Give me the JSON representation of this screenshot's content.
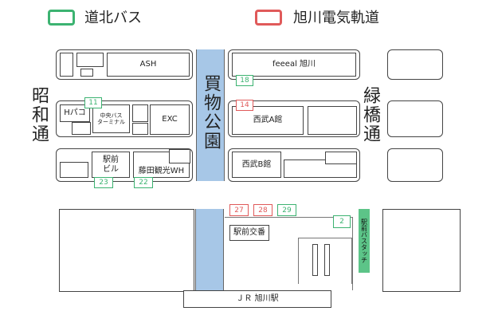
{
  "colors": {
    "dohoku": "#3cb371",
    "asahikawa_tram": "#e05a5a",
    "road": "#a7c7e7",
    "bus_touch": "#5cc488"
  },
  "legend": {
    "dohoku_label": "道北バス",
    "tram_label": "旭川電気軌道"
  },
  "streets": {
    "kaimono_koen": "買物公園",
    "showa_dori": "昭和通",
    "midori_bashi_dori": "緑橋通"
  },
  "buildings": {
    "ash": "ASH",
    "feeeal": "feeeal  旭川",
    "hpako": "Hパコ",
    "chuo_bus_terminal": "中央バス\nターミナル",
    "exc": "EXC",
    "seibu_a": "西武A館",
    "ekimae_building": "駅前\nビル",
    "fujita_kanko": "藤田観光WH",
    "seibu_b": "西武B館",
    "koban": "駅前交番",
    "jr_station": "ＪＲ 旭川駅",
    "bus_touch": "駅前バスタッチ"
  },
  "stops": {
    "s18": "18",
    "s14": "14",
    "s11": "11",
    "s23": "23",
    "s22": "22",
    "s27": "27",
    "s28": "28",
    "s29": "29",
    "s2": "2"
  }
}
